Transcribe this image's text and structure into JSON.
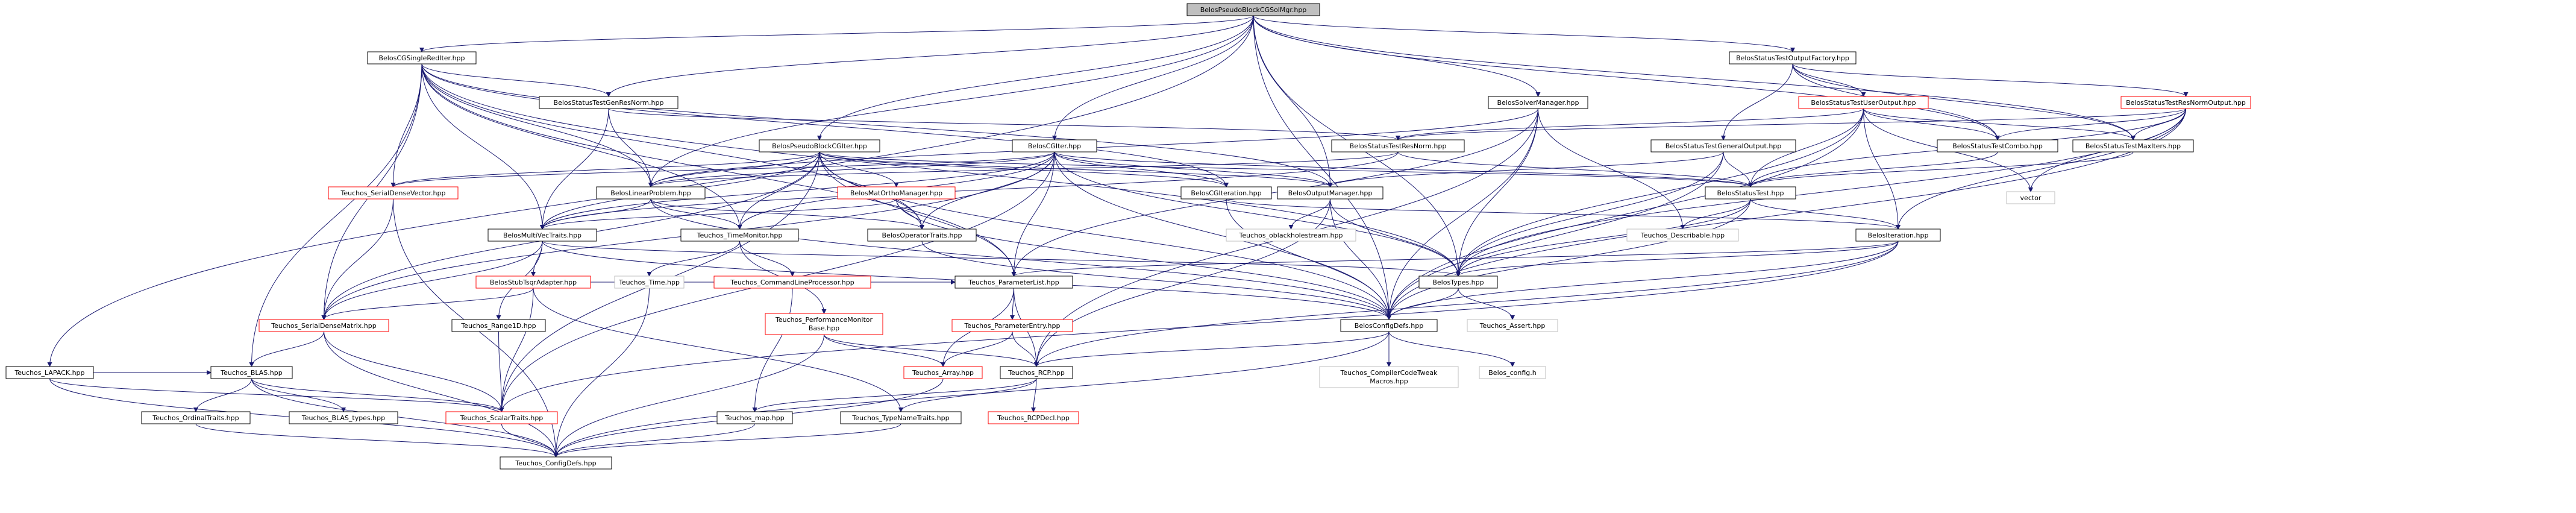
{
  "diagram": {
    "nodes": [
      {
        "id": "root",
        "label": "BelosPseudoBlockCGSolMgr.hpp",
        "style": "root"
      },
      {
        "id": "cgsrp",
        "label": "BelosCGSingleRedIter.hpp",
        "style": "black"
      },
      {
        "id": "tolfac",
        "label": "BelosStatusTestOutputFactory.hpp",
        "style": "black"
      },
      {
        "id": "genres",
        "label": "BelosStatusTestGenResNorm.hpp",
        "style": "black"
      },
      {
        "id": "solvmgr",
        "label": "BelosSolverManager.hpp",
        "style": "black"
      },
      {
        "id": "useroutput",
        "label": "BelosStatusTestUserOutput.hpp",
        "style": "red"
      },
      {
        "id": "resnormout",
        "label": "BelosStatusTestResNormOutput.hpp",
        "style": "red"
      },
      {
        "id": "pbcgiter",
        "label": "BelosPseudoBlockCGIter.hpp",
        "style": "black"
      },
      {
        "id": "cgiterh",
        "label": "BelosCGIter.hpp",
        "style": "black"
      },
      {
        "id": "resnorm",
        "label": "BelosStatusTestResNorm.hpp",
        "style": "black"
      },
      {
        "id": "genout",
        "label": "BelosStatusTestGeneralOutput.hpp",
        "style": "black"
      },
      {
        "id": "combo",
        "label": "BelosStatusTestCombo.hpp",
        "style": "black"
      },
      {
        "id": "maxiters",
        "label": "BelosStatusTestMaxIters.hpp",
        "style": "black"
      },
      {
        "id": "sdv",
        "label": "Teuchos_SerialDenseVector.hpp",
        "style": "red"
      },
      {
        "id": "linprob",
        "label": "BelosLinearProblem.hpp",
        "style": "black"
      },
      {
        "id": "matortho",
        "label": "BelosMatOrthoManager.hpp",
        "style": "red"
      },
      {
        "id": "cgiteration",
        "label": "BelosCGIteration.hpp",
        "style": "black"
      },
      {
        "id": "outmgr",
        "label": "BelosOutputManager.hpp",
        "style": "black"
      },
      {
        "id": "statustest",
        "label": "BelosStatusTest.hpp",
        "style": "black"
      },
      {
        "id": "vector",
        "label": "vector",
        "style": "gray"
      },
      {
        "id": "mvtraits",
        "label": "BelosMultiVecTraits.hpp",
        "style": "black"
      },
      {
        "id": "timemon",
        "label": "Teuchos_TimeMonitor.hpp",
        "style": "black"
      },
      {
        "id": "optraits",
        "label": "BelosOperatorTraits.hpp",
        "style": "black"
      },
      {
        "id": "oblackhole",
        "label": "Teuchos_oblackholestream.hpp",
        "style": "gray"
      },
      {
        "id": "describable",
        "label": "Teuchos_Describable.hpp",
        "style": "gray"
      },
      {
        "id": "iteration",
        "label": "BelosIteration.hpp",
        "style": "black"
      },
      {
        "id": "stubtsqr",
        "label": "BelosStubTsqrAdapter.hpp",
        "style": "red"
      },
      {
        "id": "ttime",
        "label": "Teuchos_Time.hpp",
        "style": "gray"
      },
      {
        "id": "clp",
        "label": "Teuchos_CommandLineProcessor.hpp",
        "style": "red"
      },
      {
        "id": "paramlist",
        "label": "Teuchos_ParameterList.hpp",
        "style": "black"
      },
      {
        "id": "belostypes",
        "label": "BelosTypes.hpp",
        "style": "black"
      },
      {
        "id": "sdm",
        "label": "Teuchos_SerialDenseMatrix.hpp",
        "style": "red"
      },
      {
        "id": "range1d",
        "label": "Teuchos_Range1D.hpp",
        "style": "black"
      },
      {
        "id": "perfmon",
        "label": "Teuchos_PerformanceMonitor Base.hpp",
        "style": "red"
      },
      {
        "id": "paramentry",
        "label": "Teuchos_ParameterEntry.hpp",
        "style": "red"
      },
      {
        "id": "configdefs",
        "label": "BelosConfigDefs.hpp",
        "style": "black"
      },
      {
        "id": "tassert",
        "label": "Teuchos_Assert.hpp",
        "style": "gray"
      },
      {
        "id": "lapack",
        "label": "Teuchos_LAPACK.hpp",
        "style": "black"
      },
      {
        "id": "blas",
        "label": "Teuchos_BLAS.hpp",
        "style": "black"
      },
      {
        "id": "tarray",
        "label": "Teuchos_Array.hpp",
        "style": "red"
      },
      {
        "id": "trcp",
        "label": "Teuchos_RCP.hpp",
        "style": "black"
      },
      {
        "id": "cctweak",
        "label": "Teuchos_CompilerCodeTweak Macros.hpp",
        "style": "gray"
      },
      {
        "id": "belosconfig",
        "label": "Belos_config.h",
        "style": "gray"
      },
      {
        "id": "ordinal",
        "label": "Teuchos_OrdinalTraits.hpp",
        "style": "black"
      },
      {
        "id": "blastypes",
        "label": "Teuchos_BLAS_types.hpp",
        "style": "black"
      },
      {
        "id": "scalar",
        "label": "Teuchos_ScalarTraits.hpp",
        "style": "red"
      },
      {
        "id": "tmap",
        "label": "Teuchos_map.hpp",
        "style": "black"
      },
      {
        "id": "typename",
        "label": "Teuchos_TypeNameTraits.hpp",
        "style": "black"
      },
      {
        "id": "rcpdecl",
        "label": "Teuchos_RCPDecl.hpp",
        "style": "red"
      },
      {
        "id": "tconfig",
        "label": "Teuchos_ConfigDefs.hpp",
        "style": "black"
      }
    ],
    "edges": [
      [
        "root",
        "cgsrp"
      ],
      [
        "root",
        "tolfac"
      ],
      [
        "root",
        "genres"
      ],
      [
        "root",
        "solvmgr"
      ],
      [
        "root",
        "pbcgiter"
      ],
      [
        "root",
        "cgiterh"
      ],
      [
        "root",
        "maxiters"
      ],
      [
        "root",
        "combo"
      ],
      [
        "root",
        "outmgr"
      ],
      [
        "root",
        "linprob"
      ],
      [
        "root",
        "belostypes"
      ],
      [
        "root",
        "lapack"
      ],
      [
        "root",
        "configdefs"
      ],
      [
        "tolfac",
        "useroutput"
      ],
      [
        "tolfac",
        "resnormout"
      ],
      [
        "tolfac",
        "genout"
      ],
      [
        "tolfac",
        "combo"
      ],
      [
        "tolfac",
        "maxiters"
      ],
      [
        "cgsrp",
        "genres"
      ],
      [
        "cgsrp",
        "linprob"
      ],
      [
        "cgsrp",
        "mvtraits"
      ],
      [
        "cgsrp",
        "optraits"
      ],
      [
        "cgsrp",
        "cgiteration"
      ],
      [
        "cgsrp",
        "outmgr"
      ],
      [
        "cgsrp",
        "sdv"
      ],
      [
        "cgsrp",
        "sdm"
      ],
      [
        "cgsrp",
        "blas"
      ],
      [
        "cgsrp",
        "timemon"
      ],
      [
        "cgsrp",
        "paramlist"
      ],
      [
        "cgsrp",
        "belostypes"
      ],
      [
        "genres",
        "resnorm"
      ],
      [
        "genres",
        "linprob"
      ],
      [
        "genres",
        "mvtraits"
      ],
      [
        "solvmgr",
        "linprob"
      ],
      [
        "solvmgr",
        "paramlist"
      ],
      [
        "solvmgr",
        "describable"
      ],
      [
        "solvmgr",
        "belostypes"
      ],
      [
        "solvmgr",
        "configdefs"
      ],
      [
        "solvmgr",
        "trcp"
      ],
      [
        "useroutput",
        "resnorm"
      ],
      [
        "useroutput",
        "combo"
      ],
      [
        "useroutput",
        "maxiters"
      ],
      [
        "useroutput",
        "statustest"
      ],
      [
        "useroutput",
        "iteration"
      ],
      [
        "useroutput",
        "belostypes"
      ],
      [
        "useroutput",
        "configdefs"
      ],
      [
        "useroutput",
        "vector"
      ],
      [
        "resnormout",
        "resnorm"
      ],
      [
        "resnormout",
        "combo"
      ],
      [
        "resnormout",
        "maxiters"
      ],
      [
        "resnormout",
        "statustest"
      ],
      [
        "resnormout",
        "iteration"
      ],
      [
        "resnormout",
        "belostypes"
      ],
      [
        "resnormout",
        "configdefs"
      ],
      [
        "resnormout",
        "vector"
      ],
      [
        "pbcgiter",
        "linprob"
      ],
      [
        "pbcgiter",
        "matortho"
      ],
      [
        "pbcgiter",
        "cgiteration"
      ],
      [
        "pbcgiter",
        "outmgr"
      ],
      [
        "pbcgiter",
        "statustest"
      ],
      [
        "pbcgiter",
        "mvtraits"
      ],
      [
        "pbcgiter",
        "optraits"
      ],
      [
        "pbcgiter",
        "sdv"
      ],
      [
        "pbcgiter",
        "sdm"
      ],
      [
        "pbcgiter",
        "scalar"
      ],
      [
        "pbcgiter",
        "timemon"
      ],
      [
        "pbcgiter",
        "paramlist"
      ],
      [
        "pbcgiter",
        "configdefs"
      ],
      [
        "cgiterh",
        "linprob"
      ],
      [
        "cgiterh",
        "cgiteration"
      ],
      [
        "cgiterh",
        "outmgr"
      ],
      [
        "cgiterh",
        "statustest"
      ],
      [
        "cgiterh",
        "mvtraits"
      ],
      [
        "cgiterh",
        "optraits"
      ],
      [
        "cgiterh",
        "sdv"
      ],
      [
        "cgiterh",
        "sdm"
      ],
      [
        "cgiterh",
        "scalar"
      ],
      [
        "cgiterh",
        "timemon"
      ],
      [
        "cgiterh",
        "paramlist"
      ],
      [
        "cgiterh",
        "belostypes"
      ],
      [
        "cgiterh",
        "configdefs"
      ],
      [
        "resnorm",
        "statustest"
      ],
      [
        "resnorm",
        "mvtraits"
      ],
      [
        "resnorm",
        "linprob"
      ],
      [
        "genout",
        "statustest"
      ],
      [
        "genout",
        "outmgr"
      ],
      [
        "genout",
        "belostypes"
      ],
      [
        "genout",
        "configdefs"
      ],
      [
        "combo",
        "statustest"
      ],
      [
        "maxiters",
        "statustest"
      ],
      [
        "statustest",
        "iteration"
      ],
      [
        "statustest",
        "describable"
      ],
      [
        "statustest",
        "belostypes"
      ],
      [
        "statustest",
        "configdefs"
      ],
      [
        "iteration",
        "paramlist"
      ],
      [
        "iteration",
        "belostypes"
      ],
      [
        "iteration",
        "configdefs"
      ],
      [
        "iteration",
        "trcp"
      ],
      [
        "iteration",
        "scalar"
      ],
      [
        "linprob",
        "mvtraits"
      ],
      [
        "linprob",
        "optraits"
      ],
      [
        "linprob",
        "timemon"
      ],
      [
        "linprob",
        "configdefs"
      ],
      [
        "matortho",
        "mvtraits"
      ],
      [
        "matortho",
        "optraits"
      ],
      [
        "matortho",
        "configdefs"
      ],
      [
        "cgiteration",
        "iteration"
      ],
      [
        "cgiteration",
        "configdefs"
      ],
      [
        "outmgr",
        "oblackhole"
      ],
      [
        "outmgr",
        "belostypes"
      ],
      [
        "outmgr",
        "trcp"
      ],
      [
        "outmgr",
        "configdefs"
      ],
      [
        "sdv",
        "sdm"
      ],
      [
        "sdv",
        "tconfig"
      ],
      [
        "mvtraits",
        "stubtsqr"
      ],
      [
        "mvtraits",
        "sdm"
      ],
      [
        "mvtraits",
        "range1d"
      ],
      [
        "mvtraits",
        "belostypes"
      ],
      [
        "mvtraits",
        "configdefs"
      ],
      [
        "optraits",
        "configdefs"
      ],
      [
        "timemon",
        "ttime"
      ],
      [
        "timemon",
        "clp"
      ],
      [
        "timemon",
        "perfmon"
      ],
      [
        "stubtsqr",
        "sdm"
      ],
      [
        "stubtsqr",
        "paramlist"
      ],
      [
        "stubtsqr",
        "typename"
      ],
      [
        "stubtsqr",
        "scalar"
      ],
      [
        "ttime",
        "tconfig"
      ],
      [
        "clp",
        "tmap"
      ],
      [
        "paramlist",
        "paramentry"
      ],
      [
        "paramlist",
        "tarray"
      ],
      [
        "paramlist",
        "trcp"
      ],
      [
        "belostypes",
        "configdefs"
      ],
      [
        "belostypes",
        "tassert"
      ],
      [
        "sdm",
        "blas"
      ],
      [
        "sdm",
        "scalar"
      ],
      [
        "sdm",
        "tconfig"
      ],
      [
        "range1d",
        "scalar"
      ],
      [
        "perfmon",
        "tarray"
      ],
      [
        "perfmon",
        "trcp"
      ],
      [
        "perfmon",
        "tconfig"
      ],
      [
        "paramentry",
        "tarray"
      ],
      [
        "paramentry",
        "trcp"
      ],
      [
        "configdefs",
        "cctweak"
      ],
      [
        "configdefs",
        "belosconfig"
      ],
      [
        "configdefs",
        "trcp"
      ],
      [
        "configdefs",
        "tconfig"
      ],
      [
        "lapack",
        "blas"
      ],
      [
        "lapack",
        "scalar"
      ],
      [
        "lapack",
        "tconfig"
      ],
      [
        "blas",
        "ordinal"
      ],
      [
        "blas",
        "blastypes"
      ],
      [
        "blas",
        "scalar"
      ],
      [
        "blas",
        "tconfig"
      ],
      [
        "tarray",
        "tconfig"
      ],
      [
        "trcp",
        "tmap"
      ],
      [
        "trcp",
        "typename"
      ],
      [
        "trcp",
        "rcpdecl"
      ],
      [
        "ordinal",
        "tconfig"
      ],
      [
        "scalar",
        "tconfig"
      ],
      [
        "tmap",
        "tconfig"
      ],
      [
        "typename",
        "tconfig"
      ]
    ]
  }
}
